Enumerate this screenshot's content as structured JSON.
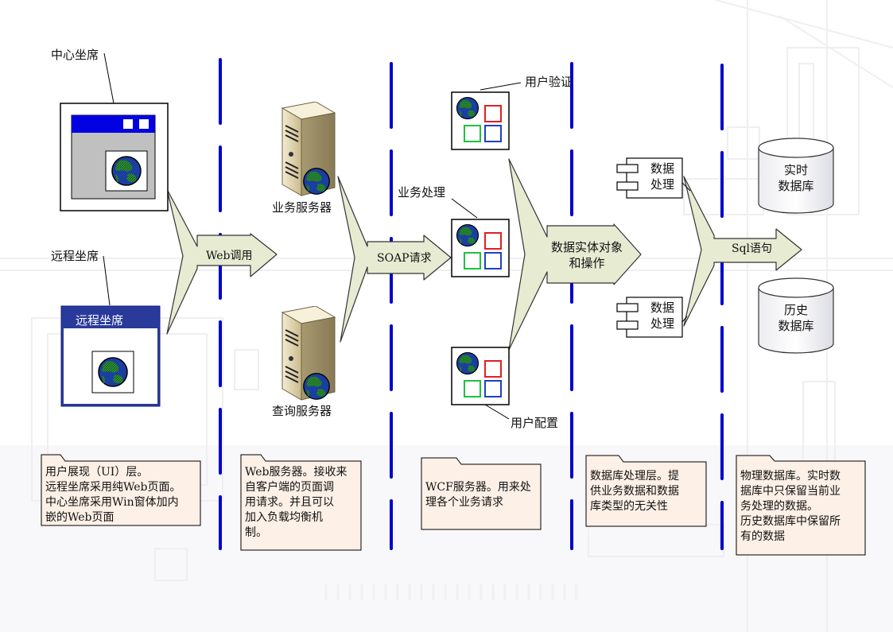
{
  "labels": {
    "center_seat": "中心坐席",
    "remote_seat": "远程坐席",
    "remote_window_title": "远程坐席",
    "business_server": "业务服务器",
    "query_server": "查询服务器",
    "web_call": "Web调用",
    "soap_request": "SOAP请求",
    "user_auth": "用户验证",
    "business_process": "业务处理",
    "user_config": "用户配置",
    "data_entity_line1": "数据实体对象",
    "data_entity_line2": "和操作",
    "sql": "Sql语句",
    "data_proc_1": [
      "数据",
      "处理"
    ],
    "data_proc_2": [
      "数据",
      "处理"
    ],
    "realtime_db": [
      "实时",
      "数据库"
    ],
    "history_db": [
      "历史",
      "数据库"
    ]
  },
  "notes": {
    "ui_layer": [
      "用户展现（UI）层。",
      "远程坐席采用纯Web页面。",
      "中心坐席采用Win窗体加内",
      "嵌的Web页面"
    ],
    "web_server": [
      "Web服务器。接收来",
      "自客户端的页面调",
      "用请求。并且可以",
      "加入负载均衡机",
      "制。"
    ],
    "wcf_server": [
      "WCF服务器。用来处",
      "理各个业务请求"
    ],
    "db_layer": [
      "数据库处理层。提",
      "供业务数据和数据",
      "库类型的无关性"
    ],
    "physical_db": [
      "物理数据库。实时数",
      "据库中只保留当前业",
      "务处理的数据。",
      "历史数据库中保留所",
      "有的数据"
    ]
  },
  "colors": {
    "divider": "#0000cc",
    "arrow_fill": "#e6ebd2",
    "note_fill": "#fdf0e6",
    "globe_blue": "#1a3fa0",
    "globe_green": "#2f9a3a",
    "window_title": "#0000e0"
  }
}
